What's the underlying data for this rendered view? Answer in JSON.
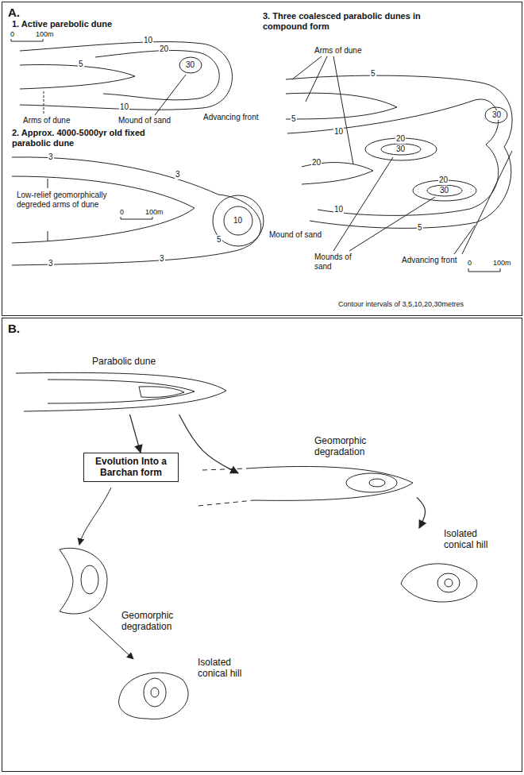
{
  "diagram": {
    "nodes": [
      {
        "text": [
          "A."
        ]
      },
      {
        "text": [
          "B."
        ]
      },
      {
        "text": [
          "Parabolic dune"
        ],
        "in": 1
      },
      {
        "text": [
          "Geomorphic degradation"
        ],
        "in": 1
      },
      {
        "text": [
          "Isolated conical hill"
        ],
        "in": 1
      },
      {
        "text": [
          "Evolution Into a Barchan form"
        ],
        "in": 1
      },
      {
        "text": [
          "Isolated conical hill"
        ],
        "in": 1
      }
    ],
    "edges": [
      {
        "from": 2,
        "to": 3,
        "arrow": "to"
      },
      {
        "from": 3,
        "to": 4,
        "arrow": "to"
      },
      {
        "from": 2,
        "to": 5,
        "arrow": "to"
      }
    ],
    "labels": [
      "1. Active parebolic dune",
      "0",
      "100m",
      "10",
      "5",
      "30",
      "20",
      "10",
      "Arms of dune",
      "Mound of sand",
      "Advancing front",
      "2. Approx. 4000-5000yr old fixed parabolic dune",
      "3",
      "3",
      "Low-relief geomorphically degreded arms of dune",
      "0",
      "100m",
      "10",
      "5",
      "Mound of sand",
      "3",
      "3",
      "3. Three coalesced parabolic dunes in compound form",
      "Arms of dune",
      "5",
      "5",
      "10",
      "20",
      "20",
      "30",
      "30",
      "20",
      "30",
      "10",
      "5",
      "Mounds of sand",
      "Advancing front",
      "0",
      "100m",
      "Contour intervals of 3,5,10,20,30metres",
      "Geomorphic degradation"
    ]
  }
}
